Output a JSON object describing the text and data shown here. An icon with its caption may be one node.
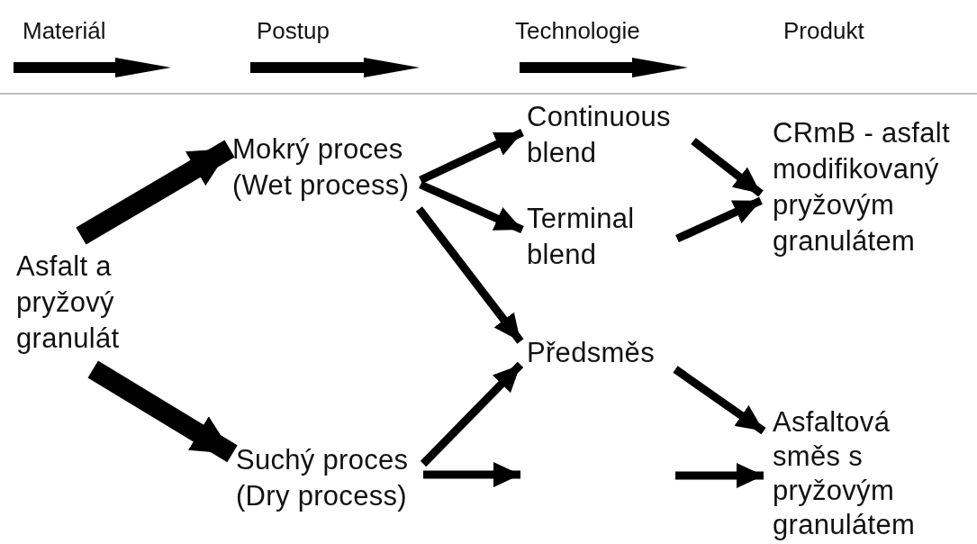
{
  "diagram": {
    "nodes": [
      {
        "text": [
          "Asfalt a pryžový granulát"
        ]
      },
      {
        "text": [
          "Mokrý proces (Wet process)"
        ]
      },
      {
        "text": [
          "Suchý proces (Dry process)"
        ]
      },
      {
        "text": [
          "Continuous blend"
        ]
      },
      {
        "text": [
          "Terminal blend"
        ]
      },
      {
        "text": [
          "Předsměs"
        ]
      },
      {
        "text": [
          "CRmB - asfalt modifikovaný pryžovým granulátem"
        ]
      },
      {
        "text": [
          "Asfaltová směs s pryžovým granulátem"
        ]
      }
    ],
    "edges": [
      {
        "from": 0,
        "to": 1,
        "arrow": "to",
        "style": "thick"
      },
      {
        "from": 0,
        "to": 2,
        "arrow": "to",
        "style": "thick"
      },
      {
        "from": 1,
        "to": 3,
        "arrow": "to"
      },
      {
        "from": 1,
        "to": 4,
        "arrow": "to"
      },
      {
        "from": 1,
        "to": 5,
        "arrow": "to"
      },
      {
        "from": 2,
        "to": 5,
        "arrow": "to"
      },
      {
        "from": 2,
        "to": null,
        "arrow": "to"
      },
      {
        "from": 3,
        "to": 6,
        "arrow": "to"
      },
      {
        "from": 4,
        "to": 6,
        "arrow": "to"
      },
      {
        "from": 5,
        "to": 7,
        "arrow": "to"
      },
      {
        "from": null,
        "to": 7,
        "arrow": "to"
      }
    ],
    "labels": [
      "Materiál",
      "Postup",
      "Technologie",
      "Produkt"
    ]
  }
}
